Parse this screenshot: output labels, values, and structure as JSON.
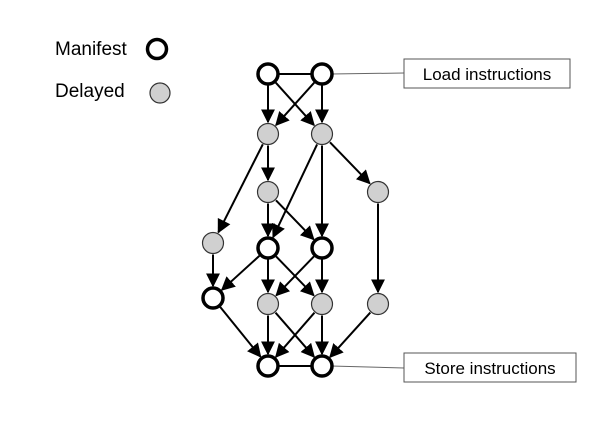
{
  "legend": {
    "manifest": {
      "label": "Manifest",
      "icon": "hollow-circle-icon"
    },
    "delayed": {
      "label": "Delayed",
      "icon": "gray-filled-circle-icon"
    }
  },
  "callouts": {
    "load": "Load instructions",
    "store": "Store instructions"
  },
  "colors": {
    "delayed_fill": "#d0d0d0",
    "manifest_fill": "#ffffff",
    "stroke": "#000000",
    "callout_border": "#555555"
  },
  "graph": {
    "nodes": [
      {
        "id": "L1",
        "kind": "manifest"
      },
      {
        "id": "L2",
        "kind": "manifest"
      },
      {
        "id": "A1",
        "kind": "delayed"
      },
      {
        "id": "A2",
        "kind": "delayed"
      },
      {
        "id": "B1",
        "kind": "delayed"
      },
      {
        "id": "B2",
        "kind": "delayed"
      },
      {
        "id": "C0",
        "kind": "delayed"
      },
      {
        "id": "C1",
        "kind": "manifest"
      },
      {
        "id": "C2",
        "kind": "manifest"
      },
      {
        "id": "D0",
        "kind": "manifest"
      },
      {
        "id": "D1",
        "kind": "delayed"
      },
      {
        "id": "D2",
        "kind": "delayed"
      },
      {
        "id": "D3",
        "kind": "delayed"
      },
      {
        "id": "S1",
        "kind": "manifest"
      },
      {
        "id": "S2",
        "kind": "manifest"
      }
    ],
    "edges": [
      [
        "L1",
        "A1"
      ],
      [
        "L1",
        "A2"
      ],
      [
        "L2",
        "A1"
      ],
      [
        "L2",
        "A2"
      ],
      [
        "A1",
        "B1"
      ],
      [
        "A1",
        "C0"
      ],
      [
        "A2",
        "C1"
      ],
      [
        "A2",
        "C2"
      ],
      [
        "A2",
        "B2"
      ],
      [
        "B1",
        "C1"
      ],
      [
        "B1",
        "C2"
      ],
      [
        "B2",
        "D3"
      ],
      [
        "C0",
        "D0"
      ],
      [
        "C1",
        "D0"
      ],
      [
        "C1",
        "D1"
      ],
      [
        "C1",
        "D2"
      ],
      [
        "C2",
        "D1"
      ],
      [
        "C2",
        "D2"
      ],
      [
        "D0",
        "S1"
      ],
      [
        "D1",
        "S1"
      ],
      [
        "D1",
        "S2"
      ],
      [
        "D2",
        "S1"
      ],
      [
        "D2",
        "S2"
      ],
      [
        "D3",
        "S2"
      ]
    ],
    "plain_links": [
      [
        "L1",
        "L2"
      ],
      [
        "S1",
        "S2"
      ]
    ]
  }
}
